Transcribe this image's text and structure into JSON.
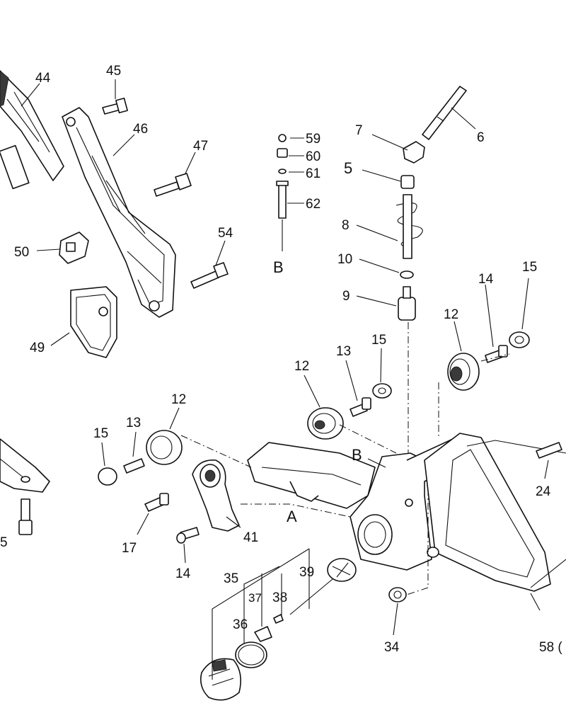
{
  "callouts": {
    "p44": "44",
    "p45": "45",
    "p46": "46",
    "p47": "47",
    "p50": "50",
    "p54": "54",
    "p49": "49",
    "p59": "59",
    "p60": "60",
    "p61": "61",
    "p62": "62",
    "pB1": "B",
    "p7": "7",
    "p6": "6",
    "p5": "5",
    "p8": "8",
    "p10": "10",
    "p9": "9",
    "p12a": "12",
    "p14a": "14",
    "p15a": "15",
    "p12b": "12",
    "p13a": "13",
    "p15b": "15",
    "p12c": "12",
    "p13b": "13",
    "p15c": "15",
    "p17": "17",
    "p41": "41",
    "p14b": "14",
    "pA": "A",
    "pB2": "B",
    "p24": "24",
    "p35": "35",
    "p37": "37",
    "p38": "38",
    "p39": "39",
    "p36": "36",
    "p34": "34",
    "p58": "58 (",
    "p5edge": "5"
  }
}
